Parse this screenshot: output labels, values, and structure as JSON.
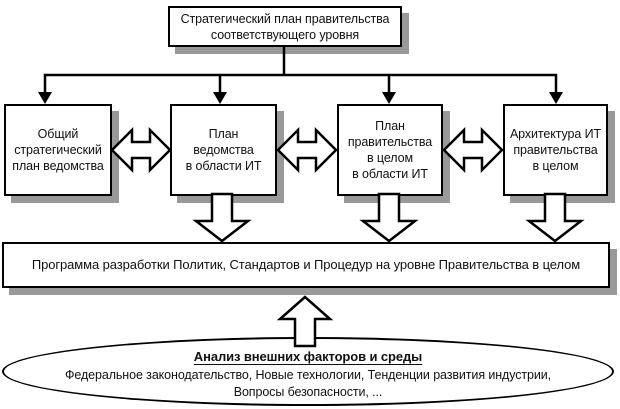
{
  "diagram": {
    "nodes": {
      "strategic_plan": {
        "label": "Стратегический план правительства\nсоответствующего уровня"
      },
      "agency_strategic_plan": {
        "label": "Общий\nстратегический\nплан ведомства"
      },
      "agency_it_plan": {
        "label": "План\nведомства\nв области ИТ"
      },
      "government_it_plan": {
        "label": "План\nправительства\nв целом\nв области ИТ"
      },
      "government_it_architecture": {
        "label": "Архитектура ИТ\nправительства\nв целом"
      },
      "program": {
        "label": "Программа разработки Политик, Стандартов и Процедур на уровне Правительства в целом"
      },
      "analysis": {
        "title": "Анализ внешних факторов и среды",
        "items": "Федеральное законодательство, Новые технологии, Тенденции развития индустрии,\nВопросы безопасности, ..."
      }
    },
    "edges": [
      {
        "from": "strategic_plan",
        "to": "agency_strategic_plan",
        "type": "arrow-down"
      },
      {
        "from": "strategic_plan",
        "to": "agency_it_plan",
        "type": "arrow-down"
      },
      {
        "from": "strategic_plan",
        "to": "government_it_plan",
        "type": "arrow-down"
      },
      {
        "from": "strategic_plan",
        "to": "government_it_architecture",
        "type": "arrow-down"
      },
      {
        "from": "agency_strategic_plan",
        "to": "agency_it_plan",
        "type": "double-arrow"
      },
      {
        "from": "agency_it_plan",
        "to": "government_it_plan",
        "type": "double-arrow"
      },
      {
        "from": "government_it_plan",
        "to": "government_it_architecture",
        "type": "double-arrow"
      },
      {
        "from": "agency_it_plan",
        "to": "program",
        "type": "block-arrow-down"
      },
      {
        "from": "government_it_plan",
        "to": "program",
        "type": "block-arrow-down"
      },
      {
        "from": "government_it_architecture",
        "to": "program",
        "type": "block-arrow-down"
      },
      {
        "from": "analysis",
        "to": "program",
        "type": "block-arrow-up"
      }
    ],
    "colors": {
      "border": "#000000",
      "shadow": "#999999",
      "background": "#ffffff",
      "text": "#111111"
    }
  }
}
